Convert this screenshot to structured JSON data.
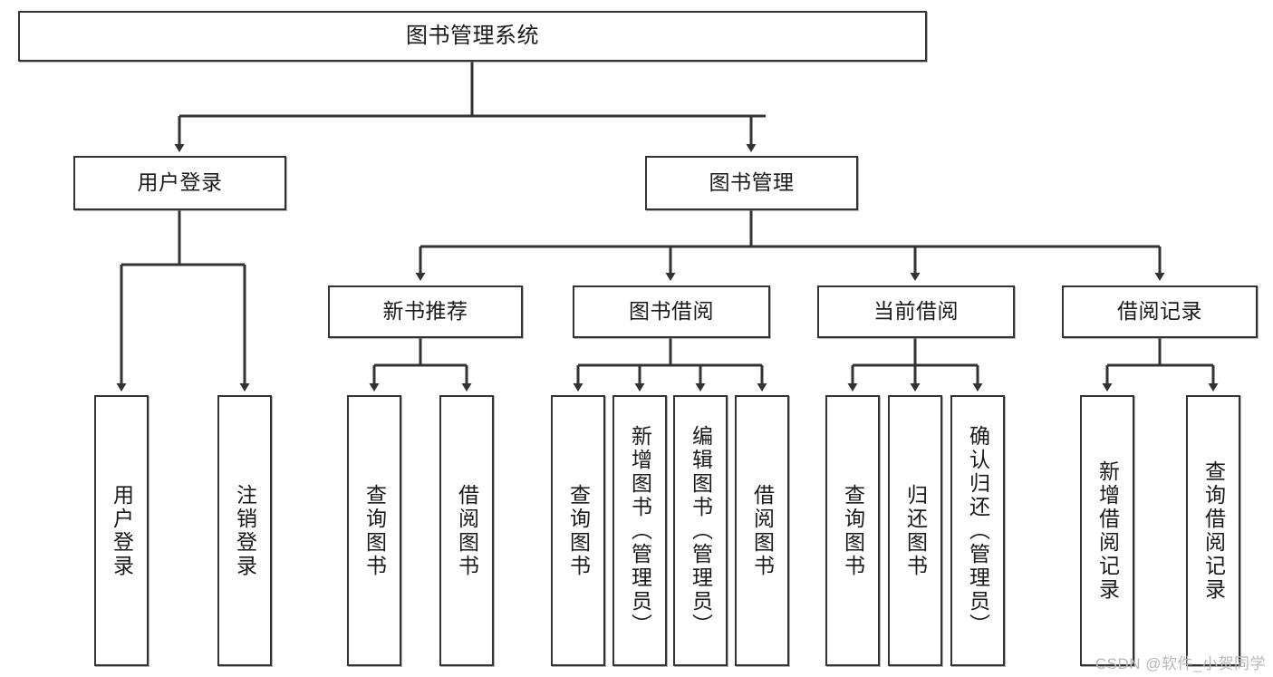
{
  "diagram": {
    "title": "图书管理系统",
    "watermark": "CSDN @软件_小贺同学",
    "colors": {
      "box_border": "#333333",
      "box_fill": "#ffffff",
      "connector": "#333333",
      "text": "#1a1a1a",
      "watermark": "#b8b8b8"
    },
    "root": {
      "label": "图书管理系统"
    },
    "level2": [
      {
        "label": "用户登录"
      },
      {
        "label": "图书管理"
      }
    ],
    "level3": [
      {
        "label": "新书推荐"
      },
      {
        "label": "图书借阅"
      },
      {
        "label": "当前借阅"
      },
      {
        "label": "借阅记录"
      }
    ],
    "leaves": {
      "user_login": [
        {
          "label": "用户登录"
        },
        {
          "label": "注销登录"
        }
      ],
      "new_book_recommend": [
        {
          "label": "查询图书"
        },
        {
          "label": "借阅图书"
        }
      ],
      "book_borrow": [
        {
          "label": "查询图书"
        },
        {
          "label": "新增图书（管理员）"
        },
        {
          "label": "编辑图书（管理员）"
        },
        {
          "label": "借阅图书"
        }
      ],
      "current_borrow": [
        {
          "label": "查询图书"
        },
        {
          "label": "归还图书"
        },
        {
          "label": "确认归还（管理员）"
        }
      ],
      "borrow_record": [
        {
          "label": "新增借阅记录"
        },
        {
          "label": "查询借阅记录"
        }
      ]
    }
  }
}
